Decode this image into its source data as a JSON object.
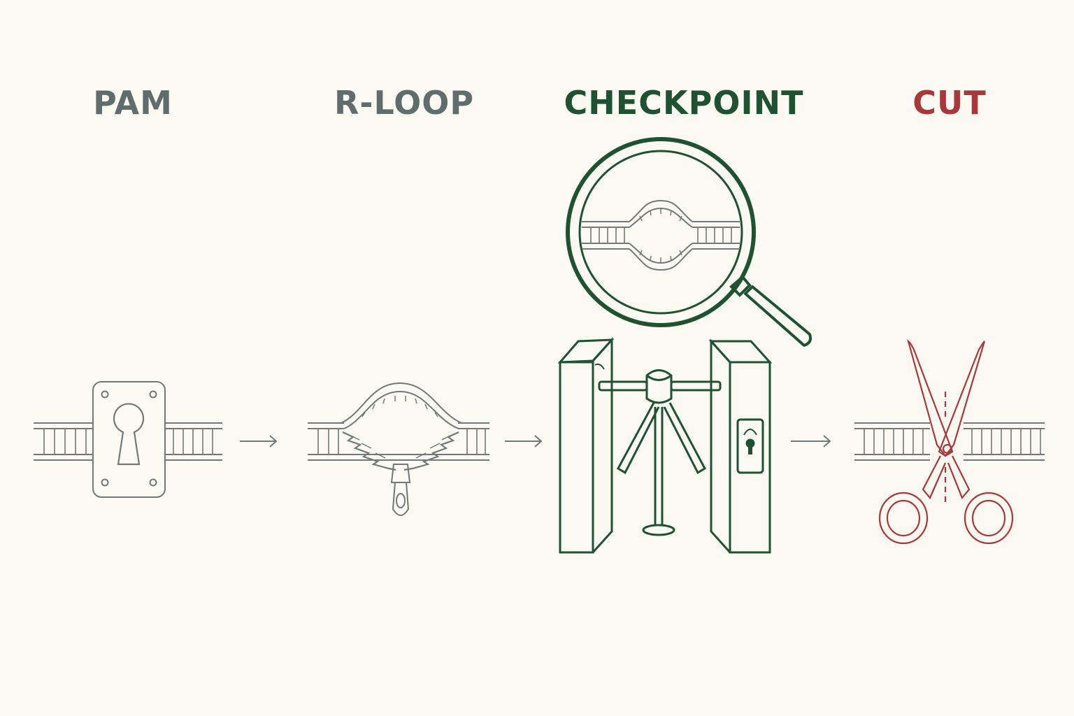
{
  "stages": [
    {
      "label": "PAM",
      "color": "#5f6e6d"
    },
    {
      "label": "R-LOOP",
      "color": "#5f6e6d"
    },
    {
      "label": "CHECKPOINT",
      "color": "#1e5230"
    },
    {
      "label": "CUT",
      "color": "#a9383a"
    }
  ],
  "icons": {
    "pam": "lock-keyhole-icon",
    "rloop": "zipper-icon",
    "checkpoint_gate": "turnstile-icon",
    "checkpoint_lens": "magnifying-glass-icon",
    "cut": "scissors-icon",
    "arrow": "right-arrow-icon"
  },
  "colors": {
    "background": "#fcf9f3",
    "gray": "#6f7a79",
    "green": "#1e5230",
    "red": "#a9383a"
  }
}
